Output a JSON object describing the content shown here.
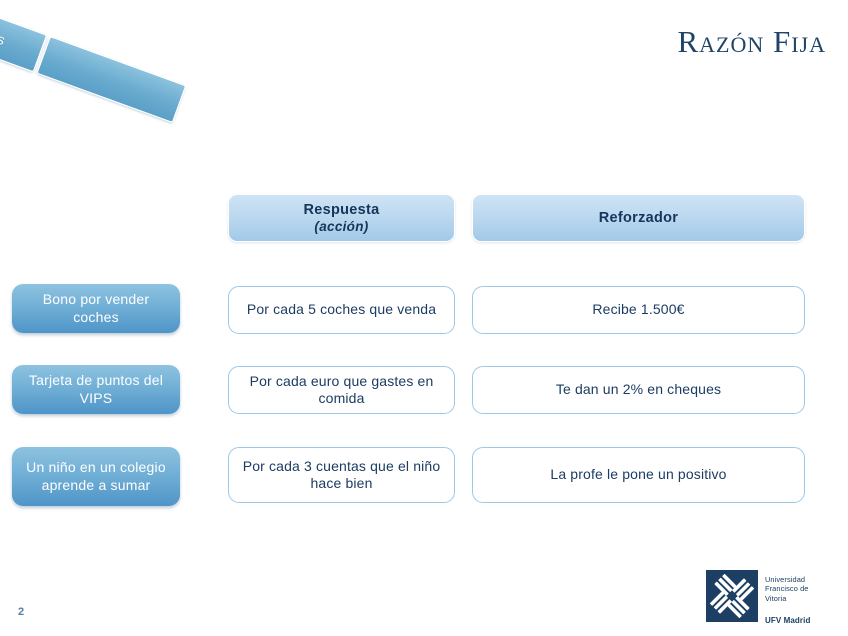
{
  "banner": {
    "label": "Reforzamientos",
    "segments": 2
  },
  "title": "Razón Fija",
  "columns": [
    {
      "label": "Respuesta",
      "sublabel": "(acción)"
    },
    {
      "label": "Reforzador",
      "sublabel": ""
    }
  ],
  "rows": [
    {
      "stimulus": "Bono por vender coches",
      "response": "Por cada 5 coches que venda",
      "reinforcer": "Recibe 1.500€"
    },
    {
      "stimulus": "Tarjeta de puntos del VIPS",
      "response": "Por cada euro que gastes en comida",
      "reinforcer": "Te dan un 2% en cheques"
    },
    {
      "stimulus": "Un niño en un colegio aprende a sumar",
      "response": "Por cada 3 cuentas que el niño hace bien",
      "reinforcer": "La profe le pone un positivo"
    }
  ],
  "footer": {
    "page_number": "2",
    "logo_name": "Universidad\nFrancisco de\nVitoria",
    "logo_subtitle": "UFV Madrid"
  },
  "colors": {
    "title": "#1f4468",
    "banner_blue": "#6aabcf",
    "header_blue_light": "#cfe3f4",
    "header_blue_dark": "#a3c9e8",
    "stimulus_blue_light": "#8ec2e0",
    "stimulus_blue_dark": "#4e95c8",
    "box_border": "#9cc9ea",
    "text_navy": "#1c3c63",
    "logo_navy": "#1c3f63"
  }
}
